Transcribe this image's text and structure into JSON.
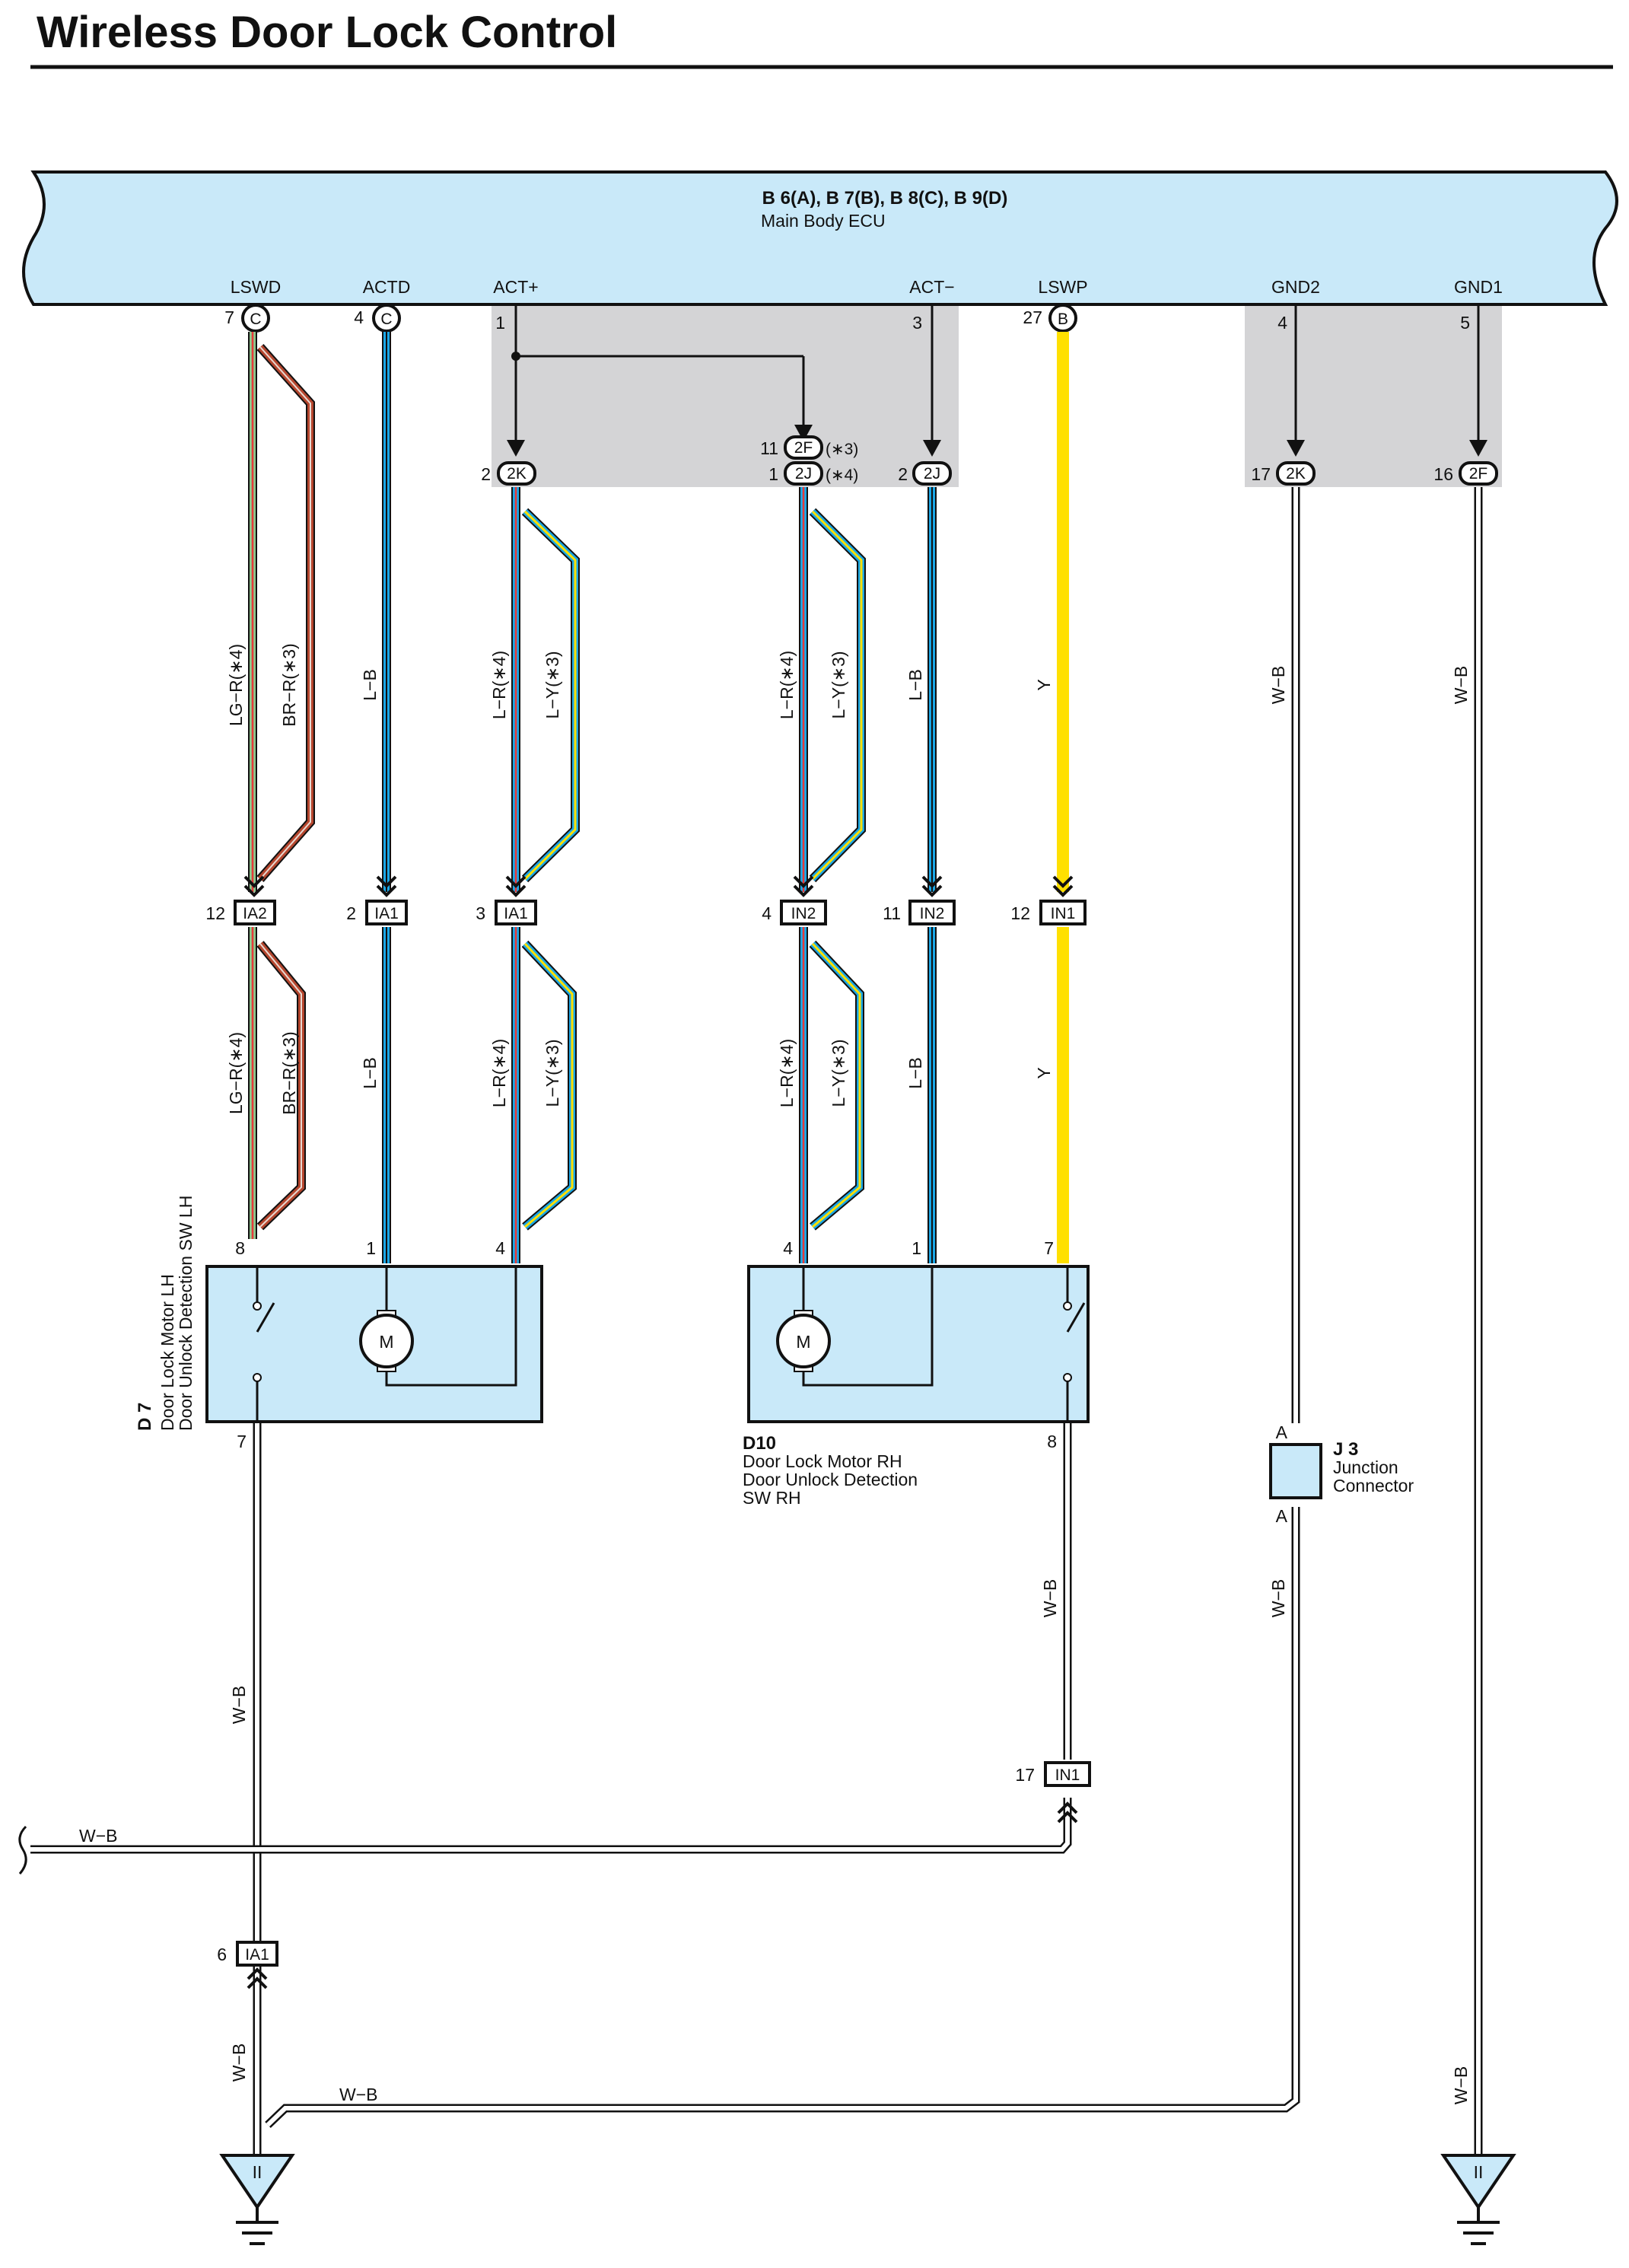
{
  "title": "Wireless Door Lock Control",
  "ecu": {
    "connectors": "B 6(A), B 7(B), B 8(C), B 9(D)",
    "name": "Main Body ECU",
    "terminals": [
      {
        "name": "LSWD",
        "pin": "7",
        "conn": "C"
      },
      {
        "name": "ACTD",
        "pin": "4",
        "conn": "C"
      },
      {
        "name": "ACT+",
        "pin": "1"
      },
      {
        "name": "ACT−",
        "pin": "3"
      },
      {
        "name": "LSWP",
        "pin": "27",
        "conn": "B"
      },
      {
        "name": "GND2",
        "pin": "4"
      },
      {
        "name": "GND1",
        "pin": "5"
      }
    ]
  },
  "junction_connectors": [
    {
      "pin": "2",
      "label": "2K"
    },
    {
      "pin": "11",
      "label": "2F",
      "note": "(∗3)"
    },
    {
      "pin": "1",
      "label": "2J",
      "note": "(∗4)"
    },
    {
      "pin": "2",
      "label": "2J"
    },
    {
      "pin": "17",
      "label": "2K"
    },
    {
      "pin": "16",
      "label": "2F"
    }
  ],
  "inline_connectors": [
    {
      "pin": "12",
      "label": "IA2"
    },
    {
      "pin": "2",
      "label": "IA1"
    },
    {
      "pin": "3",
      "label": "IA1"
    },
    {
      "pin": "4",
      "label": "IN2"
    },
    {
      "pin": "11",
      "label": "IN2"
    },
    {
      "pin": "12",
      "label": "IN1"
    },
    {
      "pin": "17",
      "label": "IN1"
    },
    {
      "pin": "6",
      "label": "IA1"
    }
  ],
  "wire_colors": {
    "lg_r": "LG−R(∗4)",
    "br_r": "BR−R(∗3)",
    "l_b": "L−B",
    "l_r": "L−R(∗4)",
    "l_y": "L−Y(∗3)",
    "y": "Y",
    "w_b": "W−B"
  },
  "components": {
    "d7": {
      "code": "D 7",
      "name_line1": "Door Lock Motor LH",
      "name_line2": "Door Unlock Detection SW LH",
      "pins": [
        "8",
        "1",
        "4",
        "7"
      ]
    },
    "d10": {
      "code": "D10",
      "name_line1": "Door Lock Motor RH",
      "name_line2": "Door Unlock Detection",
      "name_line3": "SW RH",
      "pins": [
        "4",
        "1",
        "7",
        "8"
      ]
    },
    "j3": {
      "code": "J 3",
      "name_line1": "Junction",
      "name_line2": "Connector",
      "pin_top": "A",
      "pin_bottom": "A"
    },
    "motor_symbol": "M",
    "ground_symbol": "II"
  },
  "colors": {
    "ecu_fill": "#c9e9f9",
    "shade": "#d4d4d6",
    "blue": "#1aa7e6",
    "red": "#e63a3a",
    "brown": "#b5462e",
    "yellow": "#ffe000",
    "green": "#8dc98d",
    "black": "#111111"
  }
}
